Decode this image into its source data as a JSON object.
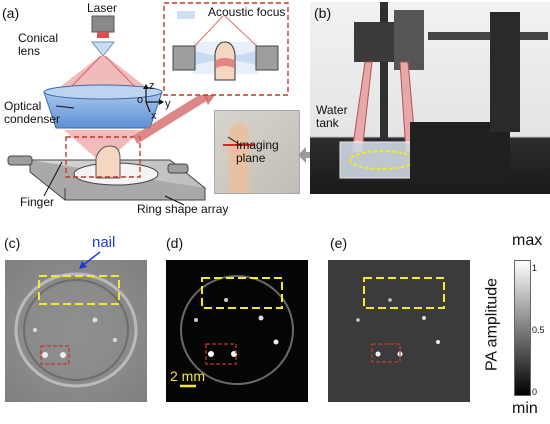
{
  "figure": {
    "panels": {
      "a": "(a)",
      "b": "(b)",
      "c": "(c)",
      "d": "(d)",
      "e": "(e)"
    },
    "schematic": {
      "laser": "Laser",
      "conical_lens": "Conical\nlens",
      "optical_condenser": "Optical\ncondenser",
      "finger": "Finger",
      "ring_array": "Ring shape array",
      "acoustic_focus": "Acoustic focus",
      "axis_z": "z",
      "axis_y": "y",
      "axis_x": "x",
      "axis_origin": "o"
    },
    "photo": {
      "water_tank": "Water\ntank",
      "imaging_plane": "Imaging\nplane"
    },
    "images": {
      "nail": "nail",
      "scale_bar": "2 mm"
    },
    "colorbar": {
      "max_label": "max",
      "min_label": "min",
      "axis_label": "PA amplitude",
      "ticks": [
        "1",
        "0.5",
        "0"
      ]
    },
    "colors": {
      "beam": "#e07070",
      "condenser_blue": "#7eaadf",
      "dashed_red": "#c0392b",
      "dashed_yellow": "#f2ea2a",
      "nail_arrow": "#1f3bd6",
      "scale_yellow": "#f2ea2a"
    }
  }
}
